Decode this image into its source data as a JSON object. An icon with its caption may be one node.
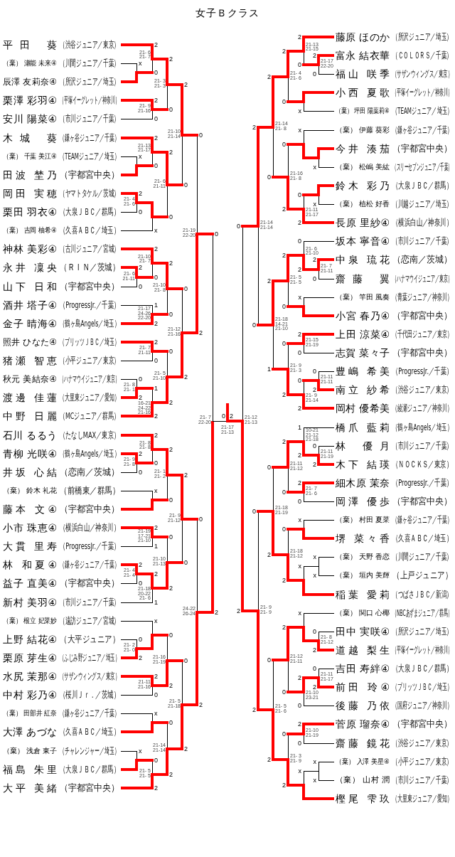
{
  "diagram": {
    "title": "女子Ｂクラス",
    "nodes": [
      {
        "text": [
          "平田 葵",
          "（渋谷ジュニア／東京）"
        ]
      },
      {
        "text": [
          "（棄） 瀬能 未来④",
          "（川間ジュニア／千葉）"
        ]
      },
      {
        "text": [
          "辰澤 友莉奈④",
          "（所沢ジュニア／埼玉）"
        ]
      },
      {
        "text": [
          "栗澤 彩羽④",
          "（平塚イーグレット／神奈川）"
        ]
      },
      {
        "text": [
          "安川 陽菜④",
          "（市川ジュニア／千葉）"
        ]
      },
      {
        "text": [
          "木城 葵",
          "（鎌ヶ谷ジュニア／千葉）"
        ]
      },
      {
        "text": [
          "（棄） 千葉 美江④",
          "（TEAMジュニア／埼玉）"
        ]
      },
      {
        "text": [
          "田波 埜乃",
          "（宇都宮中央）"
        ]
      },
      {
        "text": [
          "岡田 実穂",
          "（ヤマトタケル／茨城）"
        ]
      },
      {
        "text": [
          "栗田 羽衣④",
          "（大泉ＪＢＣ／群馬）"
        ]
      },
      {
        "text": [
          "（棄） 吉岡 柚希④",
          "（久喜ＡＢＣ／埼玉）"
        ]
      },
      {
        "text": [
          "神林 美彩④",
          "（古川ジュニア／宮城）"
        ]
      },
      {
        "text": [
          "永井 凜央",
          "（ＲＩＮ／茨城）"
        ]
      },
      {
        "text": [
          "山下 日和",
          "（宇都宮中央）"
        ]
      },
      {
        "text": [
          "酒井 塔子④",
          "（ProgressJr.／千葉）"
        ]
      },
      {
        "text": [
          "金子 晴海④",
          "（鶴ヶ島Angels／埼玉）"
        ]
      },
      {
        "text": [
          "照井 ひなた④",
          "（ブリッツＪＢＣ／埼玉）"
        ]
      },
      {
        "text": [
          "猪瀬 智恵",
          "（小平ジュニア／東京）"
        ]
      },
      {
        "text": [
          "秋元 美結奈④",
          "（ハナマウイジュニア／東京）"
        ]
      },
      {
        "text": [
          "渡邊 佳蓮",
          "（大里東ジュニア／愛知）"
        ]
      },
      {
        "text": [
          "中野 日麗",
          "（MCジュニア／群馬）"
        ]
      },
      {
        "text": [
          "石川 るるう",
          "（たなしMAX／東京）"
        ]
      },
      {
        "text": [
          "青柳 光咲④",
          "（鶴ヶ島Angels／埼玉）"
        ]
      },
      {
        "text": [
          "井坂 心結",
          "（恋南／茨城）"
        ]
      },
      {
        "text": [
          "（棄） 鈴木 礼花",
          "（前橋東／群馬）"
        ]
      },
      {
        "text": [
          "藤本 文④",
          "（宇都宮中央）"
        ]
      },
      {
        "text": [
          "小市 珠恵④",
          "（横浜白山／神奈川）"
        ]
      },
      {
        "text": [
          "大貫 里寿",
          "（ProgressJr.／千葉）"
        ]
      },
      {
        "text": [
          "林 和夏④",
          "（鎌ヶ谷ジュニア／千葉）"
        ]
      },
      {
        "text": [
          "益子 直美④",
          "（宇都宮中央）"
        ]
      },
      {
        "text": [
          "新村 美羽④",
          "（市川ジュニア／千葉）"
        ]
      },
      {
        "text": [
          "（棄） 根立 妃菜妙",
          "（遠訪ジュニア／宮城）"
        ]
      },
      {
        "text": [
          "上野 結花④",
          "（大平ジュニア）"
        ]
      },
      {
        "text": [
          "栗原 芽生④",
          "（ふじみ野ジュニア／埼玉）"
        ]
      },
      {
        "text": [
          "水尻 茉那④",
          "（サザンウィングス／東京）"
        ]
      },
      {
        "text": [
          "中村 彩乃④",
          "（桜川Ｊｒ．／茨城）"
        ]
      },
      {
        "text": [
          "（棄） 田部井 紅奈",
          "（鎌ヶ谷ジュニア／千葉）"
        ]
      },
      {
        "text": [
          "大澤 あづな",
          "（久喜ＡＢＣ／埼玉）"
        ]
      },
      {
        "text": [
          "（棄） 浅倉 東子",
          "（チャレンジャー／埼玉）"
        ]
      },
      {
        "text": [
          "福島 朱里",
          "（大泉ＪＢＣ／群馬）"
        ]
      },
      {
        "text": [
          "大平 美緒",
          "（宇都宮中央）"
        ]
      },
      {
        "text": [
          "藤原 ほのか",
          "（所沢ジュニア／埼玉）"
        ]
      },
      {
        "text": [
          "富永 結衣華",
          "（ＣＯＬＯＲＳ／千葉）"
        ]
      },
      {
        "text": [
          "福山 咲季",
          "（サザンウィングス／東京）"
        ]
      },
      {
        "text": [
          "小西 夏歌",
          "（平塚イーグレット／神奈川）"
        ]
      },
      {
        "text": [
          "（棄） 坪田 陽葉莉④",
          "（TEAMジュニア／埼玉）"
        ]
      },
      {
        "text": [
          "（棄） 伊藤 葵彩",
          "（鎌ヶ谷ジュニア／千葉）"
        ]
      },
      {
        "text": [
          "今井 湊茄",
          "（宇都宮中央）"
        ]
      },
      {
        "text": [
          "（棄） 松嶋 美紘",
          "（スリーセブンジュニア／千葉）"
        ]
      },
      {
        "text": [
          "鈴木 彩乃",
          "（大泉ＪＢＣ／群馬）"
        ]
      },
      {
        "text": [
          "（棄） 植松 好香",
          "（川越ジュニア／埼玉）"
        ]
      },
      {
        "text": [
          "長原 里紗④",
          "（横浜白山／神奈川）"
        ]
      },
      {
        "text": [
          "坂本 寧音④",
          "（市川ジュニア／千葉）"
        ]
      },
      {
        "text": [
          "中泉 琉花",
          "（恋南／茨城）"
        ]
      },
      {
        "text": [
          "齋藤 翼",
          "（ハナマウイジュニア／東京）"
        ]
      },
      {
        "text": [
          "（棄） 竿田 風奏",
          "（青葉ジュニア／神奈川）"
        ]
      },
      {
        "text": [
          "小宮 春乃④",
          "（宇都宮中央）"
        ]
      },
      {
        "text": [
          "上田 涼菜④",
          "（千代田ジュニア／東京）"
        ]
      },
      {
        "text": [
          "志賀 菜々子",
          "（宇都宮中央）"
        ]
      },
      {
        "text": [
          "豊嶋 希美",
          "（ProgressJr.／千葉）"
        ]
      },
      {
        "text": [
          "南立 紗希",
          "（渋谷ジュニア／東京）"
        ]
      },
      {
        "text": [
          "岡村 優希美",
          "（綾瀬ジュニア／神奈川）"
        ]
      },
      {
        "text": [
          "橋爪 藍莉",
          "（鶴ヶ島Angels／埼玉）"
        ]
      },
      {
        "text": [
          "林 優月",
          "（市川ジュニア／千葉）"
        ]
      },
      {
        "text": [
          "木下 結瑛",
          "（ＮＯＣＫＳ／東京）"
        ]
      },
      {
        "text": [
          "細木原 茉奈",
          "（ProgressJr.／千葉）"
        ]
      },
      {
        "text": [
          "岡澤 優歩",
          "（宇都宮中央）"
        ]
      },
      {
        "text": [
          "（棄） 村田 夏菜",
          "（鎌ヶ谷ジュニア／千葉）"
        ]
      },
      {
        "text": [
          "堺 菜々香",
          "（久喜ＡＢＣ／埼玉）"
        ]
      },
      {
        "text": [
          "（棄） 天野 香恋",
          "（川間ジュニア／千葉）"
        ]
      },
      {
        "text": [
          "（棄） 垣内 美輝",
          "（上戸ジュニア）"
        ]
      },
      {
        "text": [
          "稲葉 愛莉",
          "（つばさＪＢＣ／新潟）"
        ]
      },
      {
        "text": [
          "（棄） 関口 心椰",
          "（NBCあずまジュニア／群馬）"
        ]
      },
      {
        "text": [
          "田中 実咲④",
          "（所沢ジュニア／埼玉）"
        ]
      },
      {
        "text": [
          "道越 梨生",
          "（平塚イーグレット／神奈川）"
        ]
      },
      {
        "text": [
          "吉田 寿絆④",
          "（大泉ＪＢＣ／群馬）"
        ]
      },
      {
        "text": [
          "前田 玲④",
          "（ブリッツＪＢＣ／埼玉）"
        ]
      },
      {
        "text": [
          "後藤 乃依",
          "（国府ジュニア／神奈川）"
        ]
      },
      {
        "text": [
          "菅原 瑠奈④",
          "（宇都宮中央）"
        ]
      },
      {
        "text": [
          "齋藤 鏡花",
          "（渋谷ジュニア／東京）"
        ]
      },
      {
        "text": [
          "（棄） 入澤 美星④",
          "（小平ジュニア／東京）"
        ]
      },
      {
        "text": [
          "（棄） 山村 潤",
          "（市川ジュニア／千葉）"
        ]
      },
      {
        "text": [
          "樫尾 雫玖",
          "（大里東ジュニア／愛知）"
        ]
      },
      {
        "text": [],
        "shape": "bar"
      },
      {
        "text": [],
        "shape": "bar",
        "beside": [
          "21- 6",
          "21- 7"
        ]
      },
      {
        "text": [],
        "shape": "bar",
        "beside": [
          "21- 9",
          "21-16"
        ]
      },
      {
        "text": [],
        "shape": "bar",
        "beside": [
          "21- 3",
          "21- 3"
        ]
      },
      {
        "text": [],
        "shape": "bar"
      },
      {
        "text": [],
        "shape": "bar",
        "beside": [
          "21-13",
          "21-17"
        ]
      },
      {
        "text": [],
        "shape": "bar",
        "beside": [
          "21- 4",
          "21- 6"
        ]
      },
      {
        "text": [],
        "shape": "bar"
      },
      {
        "text": [],
        "shape": "bar",
        "beside": [
          "21- 6",
          "21-11"
        ]
      },
      {
        "text": [],
        "shape": "bar",
        "beside": [
          "21-10",
          "21-14"
        ]
      },
      {
        "text": [],
        "shape": "bar",
        "beside": [
          "21- 6",
          "21-11"
        ]
      },
      {
        "text": [],
        "shape": "bar",
        "beside": [
          "21-10",
          "21- 7"
        ]
      },
      {
        "text": [],
        "shape": "bar",
        "beside": [
          "21-17",
          "24-26",
          "22-20"
        ]
      },
      {
        "text": [],
        "shape": "bar",
        "beside": [
          "21-10",
          "21- 8"
        ]
      },
      {
        "text": [],
        "shape": "bar",
        "beside": [
          "21- 7",
          "21-11"
        ]
      },
      {
        "text": [],
        "shape": "bar",
        "beside": [
          "21- 8",
          "21- 1"
        ]
      },
      {
        "text": [],
        "shape": "bar",
        "beside": [
          "16-21",
          "24-22",
          "21-16"
        ]
      },
      {
        "text": [],
        "shape": "bar",
        "beside": [
          "21- 5",
          "21-10"
        ]
      },
      {
        "text": [],
        "shape": "bar",
        "beside": [
          "21-12",
          "21-16"
        ]
      },
      {
        "text": [],
        "shape": "bar",
        "beside": [
          "21-19",
          "22-20"
        ]
      },
      {
        "text": [],
        "shape": "bar",
        "beside": [
          "21- 9",
          "21- 8"
        ]
      },
      {
        "text": [],
        "shape": "bar",
        "beside": [
          "21- 8",
          "21- 8"
        ]
      },
      {
        "text": [],
        "shape": "bar"
      },
      {
        "text": [],
        "shape": "bar",
        "beside": [
          "21- 1",
          "21- 2"
        ]
      },
      {
        "text": [],
        "shape": "bar",
        "beside": [
          "21-19",
          "17-21",
          "21-10"
        ]
      },
      {
        "text": [],
        "shape": "bar",
        "beside": [
          "21- 4",
          "21- 4"
        ]
      },
      {
        "text": [],
        "shape": "bar",
        "beside": [
          "21-18",
          "20-22",
          "21- 6"
        ]
      },
      {
        "text": [],
        "shape": "bar",
        "beside": [
          "21-10",
          "21-13"
        ]
      },
      {
        "text": [],
        "shape": "bar",
        "beside": [
          "21- 9",
          "21-12"
        ]
      },
      {
        "text": [],
        "shape": "bar",
        "beside": [
          "21- 2",
          "21- 0"
        ]
      },
      {
        "text": [],
        "shape": "bar"
      },
      {
        "text": [],
        "shape": "bar",
        "beside": [
          "21-11",
          "21-16"
        ]
      },
      {
        "text": [],
        "shape": "bar",
        "beside": [
          "21-16",
          "21-19"
        ]
      },
      {
        "text": [],
        "shape": "bar"
      },
      {
        "text": [],
        "shape": "bar"
      },
      {
        "text": [],
        "shape": "bar",
        "beside": [
          "21- 5",
          "21- 5"
        ]
      },
      {
        "text": [],
        "shape": "bar",
        "beside": [
          "21-14",
          "21-14"
        ]
      },
      {
        "text": [],
        "shape": "bar",
        "beside": [
          "21- 5",
          "21-18"
        ]
      },
      {
        "text": [],
        "shape": "bar",
        "beside": [
          "24-22",
          "26-24"
        ]
      },
      {
        "text": [],
        "shape": "bar",
        "beside": [
          "21- 7",
          "22-20"
        ]
      },
      {
        "text": [],
        "shape": "bar",
        "beside": [
          "21-17",
          "22-20"
        ]
      },
      {
        "text": [],
        "shape": "bar",
        "beside": [
          "21-13",
          "21-15"
        ]
      },
      {
        "text": [],
        "shape": "bar"
      },
      {
        "text": [],
        "shape": "bar",
        "beside": [
          "21- 4",
          "21- 6"
        ]
      },
      {
        "text": [],
        "shape": "bar"
      },
      {
        "text": [],
        "shape": "bar"
      },
      {
        "text": [],
        "shape": "bar"
      },
      {
        "text": [],
        "shape": "bar",
        "beside": [
          "21-11",
          "21-17"
        ]
      },
      {
        "text": [],
        "shape": "bar",
        "beside": [
          "21-16",
          "21- 8"
        ]
      },
      {
        "text": [],
        "shape": "bar",
        "beside": [
          "21-14",
          "21- 8"
        ]
      },
      {
        "text": [],
        "shape": "bar",
        "beside": [
          "21- 7",
          "21-11"
        ]
      },
      {
        "text": [],
        "shape": "bar",
        "beside": [
          "21- 6",
          "21-10"
        ]
      },
      {
        "text": [],
        "shape": "bar"
      },
      {
        "text": [],
        "shape": "bar",
        "beside": [
          "21- 5",
          "21- 5"
        ]
      },
      {
        "text": [],
        "shape": "bar",
        "beside": [
          "21-15",
          "21-19"
        ]
      },
      {
        "text": [],
        "shape": "bar",
        "beside": [
          "21-11",
          "21-11"
        ]
      },
      {
        "text": [],
        "shape": "bar",
        "beside": [
          "21- 9",
          "21-14"
        ]
      },
      {
        "text": [],
        "shape": "bar",
        "beside": [
          "21- 9",
          "21- 3"
        ]
      },
      {
        "text": [],
        "shape": "bar",
        "beside": [
          "21-18",
          "14-21",
          "21-10"
        ]
      },
      {
        "text": [],
        "shape": "bar",
        "beside": [
          "21-14",
          "21-14"
        ]
      },
      {
        "text": [],
        "shape": "bar",
        "beside": [
          "21-11",
          "21-19"
        ]
      },
      {
        "text": [],
        "shape": "bar",
        "beside": [
          "10-21",
          "21-12",
          "21-18"
        ]
      },
      {
        "text": [],
        "shape": "bar",
        "beside": [
          "21- 7",
          "21- 6"
        ]
      },
      {
        "text": [],
        "shape": "bar",
        "beside": [
          "21-11",
          "21-12"
        ]
      },
      {
        "text": [],
        "shape": "bar"
      },
      {
        "text": [],
        "shape": "bar"
      },
      {
        "text": [],
        "shape": "bar"
      },
      {
        "text": [],
        "shape": "bar",
        "beside": [
          "21-18",
          "21-12"
        ]
      },
      {
        "text": [],
        "shape": "bar",
        "beside": [
          "21-18",
          "21-19"
        ]
      },
      {
        "text": [],
        "shape": "bar",
        "beside": [
          "21- 8",
          "21-12"
        ]
      },
      {
        "text": [],
        "shape": "bar"
      },
      {
        "text": [],
        "shape": "bar",
        "beside": [
          "21-11",
          "21-17"
        ]
      },
      {
        "text": [],
        "shape": "bar",
        "beside": [
          "21-10",
          "23-21"
        ]
      },
      {
        "text": [],
        "shape": "bar",
        "beside": [
          "21-12",
          "21-11"
        ]
      },
      {
        "text": [],
        "shape": "bar",
        "beside": [
          "21-10",
          "21-19"
        ]
      },
      {
        "text": [],
        "shape": "bar"
      },
      {
        "text": [],
        "shape": "bar"
      },
      {
        "text": [],
        "shape": "bar",
        "beside": [
          "21- 3",
          "21- 9"
        ]
      },
      {
        "text": [],
        "shape": "bar",
        "beside": [
          "21- 5",
          "21- 6"
        ]
      },
      {
        "text": [],
        "shape": "bar",
        "beside": [
          "21- 9",
          "21- 9"
        ]
      },
      {
        "text": [],
        "shape": "bar",
        "beside": [
          "21-12",
          "21-13"
        ]
      },
      {
        "text": [],
        "shape": "bar",
        "beside": [
          "21-17",
          "21-13"
        ]
      }
    ],
    "edges": [
      {
        "from": 1,
        "to": 83,
        "arrow": "none",
        "label": "x"
      },
      {
        "from": 2,
        "to": 83,
        "arrow": "none",
        "style": "thick",
        "color": "#ff0000"
      },
      {
        "from": 0,
        "to": 84,
        "arrow": "none",
        "label": "2",
        "style": "thick",
        "color": "#ff0000"
      },
      {
        "from": 83,
        "to": 84,
        "arrow": "none",
        "label": "0"
      },
      {
        "from": 3,
        "to": 85,
        "arrow": "none",
        "label": "2",
        "style": "thick",
        "color": "#ff0000"
      },
      {
        "from": 4,
        "to": 85,
        "arrow": "none",
        "label": "0"
      },
      {
        "from": 84,
        "to": 86,
        "arrow": "none",
        "label": "2",
        "style": "thick",
        "color": "#ff0000"
      },
      {
        "from": 85,
        "to": 86,
        "arrow": "none",
        "label": "0"
      },
      {
        "from": 6,
        "to": 87,
        "arrow": "none",
        "label": "x"
      },
      {
        "from": 7,
        "to": 87,
        "arrow": "none",
        "style": "thick",
        "color": "#ff0000"
      },
      {
        "from": 5,
        "to": 88,
        "arrow": "none",
        "label": "2",
        "style": "thick",
        "color": "#ff0000"
      },
      {
        "from": 87,
        "to": 88,
        "arrow": "none",
        "label": "0"
      },
      {
        "from": 8,
        "to": 89,
        "arrow": "none",
        "label": "2",
        "style": "thick",
        "color": "#ff0000"
      },
      {
        "from": 9,
        "to": 89,
        "arrow": "none",
        "label": "0"
      },
      {
        "from": 89,
        "to": 90,
        "arrow": "none",
        "style": "thick",
        "color": "#ff0000"
      },
      {
        "from": 10,
        "to": 90,
        "arrow": "none",
        "label": "x"
      },
      {
        "from": 88,
        "to": 91,
        "arrow": "none",
        "label": "2",
        "style": "thick",
        "color": "#ff0000"
      },
      {
        "from": 90,
        "to": 91,
        "arrow": "none",
        "label": "0"
      },
      {
        "from": 86,
        "to": 92,
        "arrow": "none",
        "label": "2",
        "style": "thick",
        "color": "#ff0000"
      },
      {
        "from": 91,
        "to": 92,
        "arrow": "none",
        "label": "0"
      },
      {
        "from": 12,
        "to": 93,
        "arrow": "none",
        "label": "2",
        "style": "thick",
        "color": "#ff0000"
      },
      {
        "from": 13,
        "to": 93,
        "arrow": "none",
        "label": "0"
      },
      {
        "from": 11,
        "to": 94,
        "arrow": "none",
        "label": "2",
        "style": "thick",
        "color": "#ff0000"
      },
      {
        "from": 93,
        "to": 94,
        "arrow": "none",
        "label": "0"
      },
      {
        "from": 14,
        "to": 95,
        "arrow": "none",
        "label": "1"
      },
      {
        "from": 15,
        "to": 95,
        "arrow": "none",
        "label": "2",
        "style": "thick",
        "color": "#ff0000"
      },
      {
        "from": 94,
        "to": 96,
        "arrow": "none",
        "label": "2",
        "style": "thick",
        "color": "#ff0000"
      },
      {
        "from": 95,
        "to": 96,
        "arrow": "none",
        "label": "0"
      },
      {
        "from": 16,
        "to": 97,
        "arrow": "none",
        "label": "2",
        "style": "thick",
        "color": "#ff0000"
      },
      {
        "from": 17,
        "to": 97,
        "arrow": "none",
        "label": "0"
      },
      {
        "from": 18,
        "to": 98,
        "arrow": "none",
        "label": "0"
      },
      {
        "from": 19,
        "to": 98,
        "arrow": "none",
        "label": "2",
        "style": "thick",
        "color": "#ff0000"
      },
      {
        "from": 98,
        "to": 99,
        "arrow": "none",
        "label": "1"
      },
      {
        "from": 20,
        "to": 99,
        "arrow": "none",
        "label": "2",
        "style": "thick",
        "color": "#ff0000"
      },
      {
        "from": 97,
        "to": 100,
        "arrow": "none",
        "label": "0"
      },
      {
        "from": 99,
        "to": 100,
        "arrow": "none",
        "label": "2",
        "style": "thick",
        "color": "#ff0000"
      },
      {
        "from": 96,
        "to": 101,
        "arrow": "none",
        "label": "0"
      },
      {
        "from": 100,
        "to": 101,
        "arrow": "none",
        "label": "2",
        "style": "thick",
        "color": "#ff0000"
      },
      {
        "from": 92,
        "to": 102,
        "arrow": "none",
        "label": "0"
      },
      {
        "from": 101,
        "to": 102,
        "arrow": "none",
        "label": "2",
        "style": "thick",
        "color": "#ff0000"
      },
      {
        "from": 22,
        "to": 103,
        "arrow": "none",
        "label": "2",
        "style": "thick",
        "color": "#ff0000"
      },
      {
        "from": 23,
        "to": 103,
        "arrow": "none",
        "label": "0"
      },
      {
        "from": 21,
        "to": 104,
        "arrow": "none",
        "label": "2",
        "style": "thick",
        "color": "#ff0000"
      },
      {
        "from": 103,
        "to": 104,
        "arrow": "none",
        "label": "0"
      },
      {
        "from": 24,
        "to": 105,
        "arrow": "none",
        "label": "x"
      },
      {
        "from": 25,
        "to": 105,
        "arrow": "none",
        "style": "thick",
        "color": "#ff0000"
      },
      {
        "from": 104,
        "to": 106,
        "arrow": "none",
        "label": "2",
        "style": "thick",
        "color": "#ff0000"
      },
      {
        "from": 105,
        "to": 106,
        "arrow": "none",
        "label": "0"
      },
      {
        "from": 26,
        "to": 107,
        "arrow": "none",
        "label": "2",
        "style": "thick",
        "color": "#ff0000"
      },
      {
        "from": 27,
        "to": 107,
        "arrow": "none",
        "label": "1"
      },
      {
        "from": 28,
        "to": 108,
        "arrow": "none",
        "label": "2",
        "style": "thick",
        "color": "#ff0000"
      },
      {
        "from": 29,
        "to": 108,
        "arrow": "none",
        "label": "0"
      },
      {
        "from": 108,
        "to": 109,
        "arrow": "none",
        "label": "2",
        "style": "thick",
        "color": "#ff0000"
      },
      {
        "from": 30,
        "to": 109,
        "arrow": "none",
        "label": "1"
      },
      {
        "from": 107,
        "to": 110,
        "arrow": "none",
        "label": "0"
      },
      {
        "from": 109,
        "to": 110,
        "arrow": "none",
        "label": "2",
        "style": "thick",
        "color": "#ff0000"
      },
      {
        "from": 106,
        "to": 111,
        "arrow": "none",
        "label": "2",
        "style": "thick",
        "color": "#ff0000"
      },
      {
        "from": 110,
        "to": 111,
        "arrow": "none",
        "label": "0"
      },
      {
        "from": 32,
        "to": 112,
        "arrow": "none",
        "label": "0"
      },
      {
        "from": 33,
        "to": 112,
        "arrow": "none",
        "label": "2",
        "style": "thick",
        "color": "#ff0000"
      },
      {
        "from": 31,
        "to": 113,
        "arrow": "none",
        "label": "x"
      },
      {
        "from": 112,
        "to": 113,
        "arrow": "none",
        "style": "thick",
        "color": "#ff0000"
      },
      {
        "from": 34,
        "to": 114,
        "arrow": "none",
        "label": "2",
        "style": "thick",
        "color": "#ff0000"
      },
      {
        "from": 35,
        "to": 114,
        "arrow": "none",
        "label": "0"
      },
      {
        "from": 113,
        "to": 115,
        "arrow": "none",
        "label": "0"
      },
      {
        "from": 114,
        "to": 115,
        "arrow": "none",
        "label": "2",
        "style": "thick",
        "color": "#ff0000"
      },
      {
        "from": 36,
        "to": 116,
        "arrow": "none",
        "label": "x"
      },
      {
        "from": 37,
        "to": 116,
        "arrow": "none",
        "style": "thick",
        "color": "#ff0000"
      },
      {
        "from": 38,
        "to": 117,
        "arrow": "none",
        "label": "x"
      },
      {
        "from": 39,
        "to": 117,
        "arrow": "none",
        "style": "thick",
        "color": "#ff0000"
      },
      {
        "from": 117,
        "to": 118,
        "arrow": "none",
        "label": "0"
      },
      {
        "from": 40,
        "to": 118,
        "arrow": "none",
        "label": "2",
        "style": "thick",
        "color": "#ff0000"
      },
      {
        "from": 116,
        "to": 119,
        "arrow": "none",
        "label": "0"
      },
      {
        "from": 118,
        "to": 119,
        "arrow": "none",
        "label": "2",
        "style": "thick",
        "color": "#ff0000"
      },
      {
        "from": 115,
        "to": 120,
        "arrow": "none",
        "label": "0"
      },
      {
        "from": 119,
        "to": 120,
        "arrow": "none",
        "label": "2",
        "style": "thick",
        "color": "#ff0000"
      },
      {
        "from": 111,
        "to": 121,
        "arrow": "none",
        "label": "0"
      },
      {
        "from": 120,
        "to": 121,
        "arrow": "none",
        "label": "2",
        "style": "thick",
        "color": "#ff0000"
      },
      {
        "from": 102,
        "to": 122,
        "arrow": "none",
        "label": "0"
      },
      {
        "from": 121,
        "to": 122,
        "arrow": "none",
        "label": "2",
        "style": "thick",
        "color": "#ff0000"
      },
      {
        "from": 42,
        "to": 123,
        "arrow": "none",
        "label": "2",
        "style": "thick",
        "color": "#ff0000"
      },
      {
        "from": 43,
        "to": 123,
        "arrow": "none",
        "label": "0"
      },
      {
        "from": 41,
        "to": 124,
        "arrow": "none",
        "label": "2",
        "style": "thick",
        "color": "#ff0000"
      },
      {
        "from": 123,
        "to": 124,
        "arrow": "none",
        "label": "0"
      },
      {
        "from": 44,
        "to": 125,
        "arrow": "none",
        "style": "thick",
        "color": "#ff0000"
      },
      {
        "from": 45,
        "to": 125,
        "arrow": "none",
        "label": "x"
      },
      {
        "from": 124,
        "to": 126,
        "arrow": "none",
        "label": "2",
        "style": "thick",
        "color": "#ff0000"
      },
      {
        "from": 125,
        "to": 126,
        "arrow": "none",
        "label": "0"
      },
      {
        "from": 47,
        "to": 127,
        "arrow": "none",
        "style": "thick",
        "color": "#ff0000"
      },
      {
        "from": 48,
        "to": 127,
        "arrow": "none",
        "label": "x"
      },
      {
        "from": 46,
        "to": 128,
        "arrow": "none",
        "label": "x"
      },
      {
        "from": 127,
        "to": 128,
        "arrow": "none",
        "style": "thick",
        "color": "#ff0000"
      },
      {
        "from": 49,
        "to": 129,
        "arrow": "none",
        "style": "thick",
        "color": "#ff0000"
      },
      {
        "from": 50,
        "to": 129,
        "arrow": "none",
        "label": "x"
      },
      {
        "from": 129,
        "to": 130,
        "arrow": "none",
        "label": "0"
      },
      {
        "from": 51,
        "to": 130,
        "arrow": "none",
        "label": "2",
        "style": "thick",
        "color": "#ff0000"
      },
      {
        "from": 128,
        "to": 131,
        "arrow": "none",
        "label": "0"
      },
      {
        "from": 130,
        "to": 131,
        "arrow": "none",
        "label": "2",
        "style": "thick",
        "color": "#ff0000"
      },
      {
        "from": 126,
        "to": 132,
        "arrow": "none",
        "label": "2",
        "style": "thick",
        "color": "#ff0000"
      },
      {
        "from": 131,
        "to": 132,
        "arrow": "none",
        "label": "0"
      },
      {
        "from": 53,
        "to": 133,
        "arrow": "none",
        "label": "2",
        "style": "thick",
        "color": "#ff0000"
      },
      {
        "from": 54,
        "to": 133,
        "arrow": "none",
        "label": "0"
      },
      {
        "from": 52,
        "to": 134,
        "arrow": "none",
        "label": "0"
      },
      {
        "from": 133,
        "to": 134,
        "arrow": "none",
        "label": "2",
        "style": "thick",
        "color": "#ff0000"
      },
      {
        "from": 55,
        "to": 135,
        "arrow": "none",
        "label": "x"
      },
      {
        "from": 56,
        "to": 135,
        "arrow": "none",
        "style": "thick",
        "color": "#ff0000"
      },
      {
        "from": 134,
        "to": 136,
        "arrow": "none",
        "label": "2",
        "style": "thick",
        "color": "#ff0000"
      },
      {
        "from": 135,
        "to": 136,
        "arrow": "none",
        "label": "0"
      },
      {
        "from": 57,
        "to": 137,
        "arrow": "none",
        "label": "2",
        "style": "thick",
        "color": "#ff0000"
      },
      {
        "from": 58,
        "to": 137,
        "arrow": "none",
        "label": "0"
      },
      {
        "from": 59,
        "to": 138,
        "arrow": "none",
        "label": "0"
      },
      {
        "from": 60,
        "to": 138,
        "arrow": "none",
        "label": "2",
        "style": "thick",
        "color": "#ff0000"
      },
      {
        "from": 138,
        "to": 139,
        "arrow": "none",
        "label": "0"
      },
      {
        "from": 61,
        "to": 139,
        "arrow": "none",
        "label": "2",
        "style": "thick",
        "color": "#ff0000"
      },
      {
        "from": 137,
        "to": 140,
        "arrow": "none",
        "label": "0"
      },
      {
        "from": 139,
        "to": 140,
        "arrow": "none",
        "label": "2",
        "style": "thick",
        "color": "#ff0000"
      },
      {
        "from": 136,
        "to": 141,
        "arrow": "none",
        "label": "2",
        "style": "thick",
        "color": "#ff0000"
      },
      {
        "from": 140,
        "to": 141,
        "arrow": "none",
        "label": "1"
      },
      {
        "from": 132,
        "to": 142,
        "arrow": "none",
        "label": "2",
        "style": "thick",
        "color": "#ff0000"
      },
      {
        "from": 141,
        "to": 142,
        "arrow": "none",
        "label": "0"
      },
      {
        "from": 63,
        "to": 143,
        "arrow": "none",
        "label": "0"
      },
      {
        "from": 64,
        "to": 143,
        "arrow": "none",
        "label": "2",
        "style": "thick",
        "color": "#ff0000"
      },
      {
        "from": 62,
        "to": 144,
        "arrow": "none",
        "label": "1"
      },
      {
        "from": 143,
        "to": 144,
        "arrow": "none",
        "label": "2",
        "style": "thick",
        "color": "#ff0000"
      },
      {
        "from": 65,
        "to": 145,
        "arrow": "none",
        "label": "2",
        "style": "thick",
        "color": "#ff0000"
      },
      {
        "from": 66,
        "to": 145,
        "arrow": "none",
        "label": "0"
      },
      {
        "from": 144,
        "to": 146,
        "arrow": "none",
        "label": "2",
        "style": "thick",
        "color": "#ff0000"
      },
      {
        "from": 145,
        "to": 146,
        "arrow": "none",
        "label": "0"
      },
      {
        "from": 67,
        "to": 147,
        "arrow": "none",
        "label": "x"
      },
      {
        "from": 68,
        "to": 147,
        "arrow": "none",
        "style": "thick",
        "color": "#ff0000"
      },
      {
        "from": 69,
        "to": 148,
        "arrow": "none",
        "label": "x"
      },
      {
        "from": 70,
        "to": 148,
        "arrow": "none",
        "label": "x"
      },
      {
        "from": 148,
        "to": 149,
        "arrow": "none",
        "label": "x"
      },
      {
        "from": 71,
        "to": 149,
        "arrow": "none",
        "style": "thick",
        "color": "#ff0000"
      },
      {
        "from": 147,
        "to": 150,
        "arrow": "none",
        "label": "0"
      },
      {
        "from": 149,
        "to": 150,
        "arrow": "none",
        "label": "2",
        "style": "thick",
        "color": "#ff0000"
      },
      {
        "from": 146,
        "to": 151,
        "arrow": "none",
        "label": "0"
      },
      {
        "from": 150,
        "to": 151,
        "arrow": "none",
        "label": "2",
        "style": "thick",
        "color": "#ff0000"
      },
      {
        "from": 73,
        "to": 152,
        "arrow": "none",
        "label": "0"
      },
      {
        "from": 74,
        "to": 152,
        "arrow": "none",
        "label": "2",
        "style": "thick",
        "color": "#ff0000"
      },
      {
        "from": 72,
        "to": 153,
        "arrow": "none",
        "label": "x"
      },
      {
        "from": 152,
        "to": 153,
        "arrow": "none",
        "style": "thick",
        "color": "#ff0000"
      },
      {
        "from": 75,
        "to": 154,
        "arrow": "none",
        "label": "0"
      },
      {
        "from": 76,
        "to": 154,
        "arrow": "none",
        "label": "2",
        "style": "thick",
        "color": "#ff0000"
      },
      {
        "from": 154,
        "to": 155,
        "arrow": "none",
        "label": "2",
        "style": "thick",
        "color": "#ff0000"
      },
      {
        "from": 77,
        "to": 155,
        "arrow": "none",
        "label": "0"
      },
      {
        "from": 153,
        "to": 156,
        "arrow": "none",
        "label": "2",
        "style": "thick",
        "color": "#ff0000"
      },
      {
        "from": 155,
        "to": 156,
        "arrow": "none",
        "label": "0"
      },
      {
        "from": 78,
        "to": 157,
        "arrow": "none",
        "label": "2",
        "style": "thick",
        "color": "#ff0000"
      },
      {
        "from": 79,
        "to": 157,
        "arrow": "none",
        "label": "0"
      },
      {
        "from": 80,
        "to": 158,
        "arrow": "none",
        "label": "x"
      },
      {
        "from": 81,
        "to": 158,
        "arrow": "none",
        "label": "x"
      },
      {
        "from": 158,
        "to": 159,
        "arrow": "none",
        "label": "x"
      },
      {
        "from": 82,
        "to": 159,
        "arrow": "none",
        "style": "thick",
        "color": "#ff0000"
      },
      {
        "from": 157,
        "to": 160,
        "arrow": "none",
        "label": "0"
      },
      {
        "from": 159,
        "to": 160,
        "arrow": "none",
        "label": "2",
        "style": "thick",
        "color": "#ff0000"
      },
      {
        "from": 156,
        "to": 161,
        "arrow": "none",
        "label": "0"
      },
      {
        "from": 160,
        "to": 161,
        "arrow": "none",
        "label": "2",
        "style": "thick",
        "color": "#ff0000"
      },
      {
        "from": 151,
        "to": 162,
        "arrow": "none",
        "label": "0"
      },
      {
        "from": 161,
        "to": 162,
        "arrow": "none",
        "label": "2",
        "style": "thick",
        "color": "#ff0000"
      },
      {
        "from": 142,
        "to": 163,
        "arrow": "none",
        "label": "0"
      },
      {
        "from": 162,
        "to": 163,
        "arrow": "none",
        "label": "2",
        "style": "thick",
        "color": "#ff0000"
      },
      {
        "from": 122,
        "to": 164,
        "arrow": "none",
        "label": "0"
      },
      {
        "from": 163,
        "to": 164,
        "arrow": "none",
        "label": "2",
        "style": "thick",
        "color": "#ff0000"
      }
    ]
  }
}
